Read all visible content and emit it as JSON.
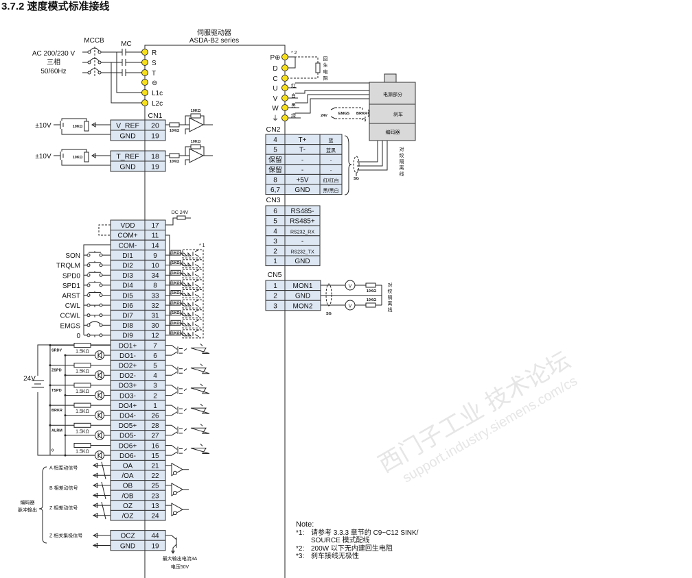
{
  "title": "3.7.2   速度模式标准接线",
  "driver": {
    "name_cn": "伺服驱动器",
    "series": "ASDA-B2 series"
  },
  "power": {
    "mccb": "MCCB",
    "mc": "MC",
    "supply": [
      "AC 200/230 V",
      "三相",
      "50/60Hz"
    ],
    "terminals": [
      "R",
      "S",
      "T",
      "⊖",
      "L1c",
      "L2c"
    ]
  },
  "cn1_analog": {
    "label": "CN1",
    "supply": "±10V",
    "pot": "10KΩ",
    "r_in": "10KΩ",
    "r_fb": "10KΩ",
    "rows": [
      {
        "name": "V_REF",
        "pin": "20"
      },
      {
        "name": "GND",
        "pin": "19"
      },
      {
        "name": "T_REF",
        "pin": "18"
      },
      {
        "name": "GND",
        "pin": "19"
      }
    ]
  },
  "cn1_io": {
    "dc24": "DC 24V",
    "note_ref": "* 1",
    "opto_r": "1KΩ",
    "rows": [
      {
        "name": "VDD",
        "pin": "17"
      },
      {
        "name": "COM+",
        "pin": "11"
      },
      {
        "name": "COM-",
        "pin": "14"
      },
      {
        "name": "DI1",
        "pin": "9"
      },
      {
        "name": "DI2",
        "pin": "10"
      },
      {
        "name": "DI3",
        "pin": "34"
      },
      {
        "name": "DI4",
        "pin": "8"
      },
      {
        "name": "DI5",
        "pin": "33"
      },
      {
        "name": "DI6",
        "pin": "32"
      },
      {
        "name": "DI7",
        "pin": "31"
      },
      {
        "name": "DI8",
        "pin": "30"
      },
      {
        "name": "DI9",
        "pin": "12"
      },
      {
        "name": "DO1+",
        "pin": "7"
      },
      {
        "name": "DO1-",
        "pin": "6"
      },
      {
        "name": "DO2+",
        "pin": "5"
      },
      {
        "name": "DO2-",
        "pin": "4"
      },
      {
        "name": "DO3+",
        "pin": "3"
      },
      {
        "name": "DO3-",
        "pin": "2"
      },
      {
        "name": "DO4+",
        "pin": "1"
      },
      {
        "name": "DO4-",
        "pin": "26"
      },
      {
        "name": "DO5+",
        "pin": "28"
      },
      {
        "name": "DO5-",
        "pin": "27"
      },
      {
        "name": "DO6+",
        "pin": "16"
      },
      {
        "name": "DO6-",
        "pin": "15"
      },
      {
        "name": "OA",
        "pin": "21"
      },
      {
        "name": "/OA",
        "pin": "22"
      },
      {
        "name": "OB",
        "pin": "25"
      },
      {
        "name": "/OB",
        "pin": "23"
      },
      {
        "name": "OZ",
        "pin": "13"
      },
      {
        "name": "/OZ",
        "pin": "24"
      },
      {
        "name": "OCZ",
        "pin": "44"
      },
      {
        "name": "GND",
        "pin": "19"
      }
    ],
    "di_labels": [
      "SON",
      "TRQLM",
      "SPD0",
      "SPD1",
      "ARST",
      "CWL",
      "CCWL",
      "EMGS",
      "0"
    ],
    "do_labels": [
      "SRDY",
      "ZSPD",
      "TSPD",
      "BRKR",
      "ALRM",
      "0"
    ],
    "do_resistor": "1.5KΩ",
    "do_supply": "24V",
    "encoder_groups": [
      "A 相差动信号",
      "B 相差动信号",
      "Z 相差动信号",
      "Z 相关集极信号"
    ],
    "encoder_title": [
      "编码器",
      "脉冲输出"
    ],
    "ocz_rating": [
      "最大输出电流3A",
      "电压50V"
    ]
  },
  "motor": {
    "terminals": [
      "P⊕",
      "D",
      "C",
      "U",
      "V",
      "W",
      "⏚"
    ],
    "wire_colors": [
      "红",
      "白",
      "黑",
      "绿"
    ],
    "regen_note": "* 2",
    "regen_label": [
      "回",
      "生",
      "电",
      "阻"
    ],
    "sections": [
      "电源部分",
      "刹车",
      "编码器"
    ],
    "brake_supply": "24V",
    "emgs": "EMGS",
    "brkr": "BRKR",
    "brake_note": "* 3",
    "shield": "SG",
    "twisted": [
      "对",
      "绞",
      "隔",
      "离",
      "线"
    ]
  },
  "cn2": {
    "label": "CN2",
    "rows": [
      [
        "4",
        "T+",
        "蓝"
      ],
      [
        "5",
        "T-",
        "蓝黑"
      ],
      [
        "保留",
        "-",
        "-"
      ],
      [
        "保留",
        "-",
        "-"
      ],
      [
        "8",
        "+5V",
        "红/红白"
      ],
      [
        "6,7",
        "GND",
        "黑/黑白"
      ]
    ]
  },
  "cn3": {
    "label": "CN3",
    "rows": [
      [
        "6",
        "RS485-"
      ],
      [
        "5",
        "RS485+"
      ],
      [
        "4",
        "RS232_RX"
      ],
      [
        "3",
        "-"
      ],
      [
        "2",
        "RS232_TX"
      ],
      [
        "1",
        "GND"
      ]
    ]
  },
  "cn5": {
    "label": "CN5",
    "rows": [
      [
        "1",
        "MON1"
      ],
      [
        "2",
        "GND"
      ],
      [
        "3",
        "MON2"
      ]
    ],
    "meter": "V",
    "pot": "10KΩ",
    "shield": "SG",
    "twisted": [
      "对",
      "绞",
      "隔",
      "离",
      "线"
    ]
  },
  "notes": {
    "heading": "Note:",
    "items": [
      {
        "ref": "*1:",
        "lines": [
          "请参考 3.3.3 章节的 C9~C12 SINK/",
          "SOURCE 模式配线"
        ]
      },
      {
        "ref": "*2:",
        "lines": [
          "200W 以下无内建回生电阻"
        ]
      },
      {
        "ref": "*3:",
        "lines": [
          "刹车接线无极性"
        ]
      }
    ]
  },
  "watermark": {
    "text": "西门子工业 技术论坛",
    "url": "support.industry.siemens.com/cs"
  }
}
